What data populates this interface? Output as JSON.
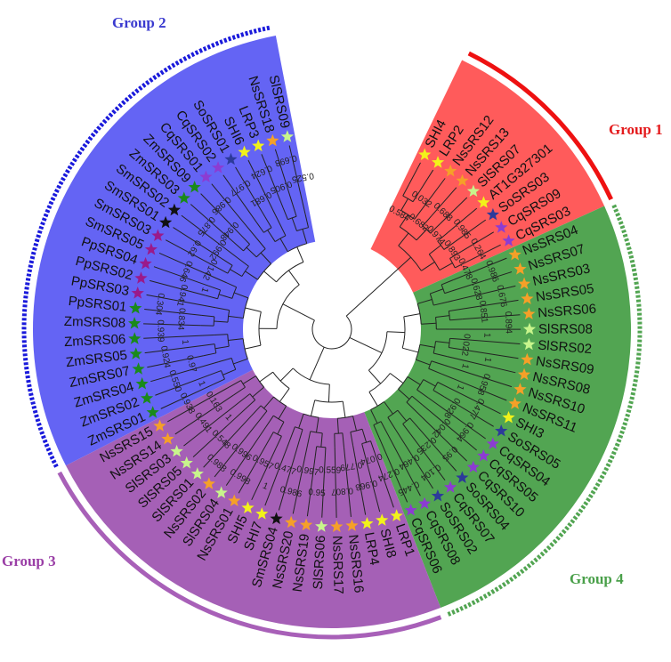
{
  "groups": [
    {
      "id": "g1",
      "label": "Group 1",
      "color": "#ff5b5b",
      "arc_color": "#ee1111",
      "arc_style": "solid",
      "title_color": "#e41a1c"
    },
    {
      "id": "g2",
      "label": "Group 2",
      "color": "#6464f4",
      "arc_color": "#1a1adb",
      "arc_style": "dashed",
      "title_color": "#3a3acf"
    },
    {
      "id": "g3",
      "label": "Group 3",
      "color": "#a560b6",
      "arc_color": "#a860b8",
      "arc_style": "solid",
      "title_color": "#9a3ea6"
    },
    {
      "id": "g4",
      "label": "Group 4",
      "color": "#52a552",
      "arc_color": "#52a552",
      "arc_style": "dashed",
      "title_color": "#4aa04a"
    }
  ],
  "species_colors": {
    "yellow": "#f2f21a",
    "orange": "#f5a028",
    "lightgreen": "#c8f58c",
    "navy": "#2c3a9a",
    "purple": "#8c3cd2",
    "darkgreen": "#1a8a1a",
    "magenta": "#9a1a8a",
    "black": "#111111"
  },
  "leaves": [
    {
      "label": "SHI4",
      "group": "g1",
      "star": "yellow"
    },
    {
      "label": "LRP2",
      "group": "g1",
      "star": "yellow"
    },
    {
      "label": "NsSRS12",
      "group": "g1",
      "star": "orange"
    },
    {
      "label": "NsSRS13",
      "group": "g1",
      "star": "orange"
    },
    {
      "label": "SlSRS07",
      "group": "g1",
      "star": "lightgreen"
    },
    {
      "label": "AT1G327301",
      "group": "g1",
      "star": "yellow"
    },
    {
      "label": "SoSRS03",
      "group": "g1",
      "star": "navy"
    },
    {
      "label": "CqSRS09",
      "group": "g1",
      "star": "purple"
    },
    {
      "label": "CqSRS03",
      "group": "g1",
      "star": "purple"
    },
    {
      "label": "NsSRS04",
      "group": "g4",
      "star": "orange"
    },
    {
      "label": "NsSRS07",
      "group": "g4",
      "star": "orange"
    },
    {
      "label": "NsSRS03",
      "group": "g4",
      "star": "orange"
    },
    {
      "label": "NsSRS05",
      "group": "g4",
      "star": "orange"
    },
    {
      "label": "NsSRS06",
      "group": "g4",
      "star": "orange"
    },
    {
      "label": "SlSRS08",
      "group": "g4",
      "star": "lightgreen"
    },
    {
      "label": "SlSRS02",
      "group": "g4",
      "star": "lightgreen"
    },
    {
      "label": "NsSRS09",
      "group": "g4",
      "star": "orange"
    },
    {
      "label": "NsSRS08",
      "group": "g4",
      "star": "orange"
    },
    {
      "label": "NsSRS10",
      "group": "g4",
      "star": "orange"
    },
    {
      "label": "NsSRS11",
      "group": "g4",
      "star": "orange"
    },
    {
      "label": "SHI3",
      "group": "g4",
      "star": "yellow"
    },
    {
      "label": "SoSRS05",
      "group": "g4",
      "star": "navy"
    },
    {
      "label": "CqSRS04",
      "group": "g4",
      "star": "purple"
    },
    {
      "label": "CqSRS05",
      "group": "g4",
      "star": "purple"
    },
    {
      "label": "CqSRS10",
      "group": "g4",
      "star": "purple"
    },
    {
      "label": "SoSRS04",
      "group": "g4",
      "star": "navy"
    },
    {
      "label": "CqSRS07",
      "group": "g4",
      "star": "purple"
    },
    {
      "label": "SoSRS02",
      "group": "g4",
      "star": "navy"
    },
    {
      "label": "CqSRS08",
      "group": "g4",
      "star": "purple"
    },
    {
      "label": "CqSRS06",
      "group": "g4",
      "star": "purple"
    },
    {
      "label": "LRP1",
      "group": "g3",
      "star": "yellow"
    },
    {
      "label": "SHI8",
      "group": "g3",
      "star": "yellow"
    },
    {
      "label": "LRP4",
      "group": "g3",
      "star": "yellow"
    },
    {
      "label": "NsSRS16",
      "group": "g3",
      "star": "orange"
    },
    {
      "label": "NsSRS17",
      "group": "g3",
      "star": "orange"
    },
    {
      "label": "SlSRS06",
      "group": "g3",
      "star": "lightgreen"
    },
    {
      "label": "NsSRS19",
      "group": "g3",
      "star": "orange"
    },
    {
      "label": "NsSRS20",
      "group": "g3",
      "star": "orange"
    },
    {
      "label": "SmSRS04",
      "group": "g3",
      "star": "black"
    },
    {
      "label": "SHI7",
      "group": "g3",
      "star": "yellow"
    },
    {
      "label": "SHI5",
      "group": "g3",
      "star": "yellow"
    },
    {
      "label": "NsSRS01",
      "group": "g3",
      "star": "orange"
    },
    {
      "label": "SlSRS04",
      "group": "g3",
      "star": "lightgreen"
    },
    {
      "label": "NsSRS02",
      "group": "g3",
      "star": "orange"
    },
    {
      "label": "SlSRS01",
      "group": "g3",
      "star": "lightgreen"
    },
    {
      "label": "SlSRS05",
      "group": "g3",
      "star": "lightgreen"
    },
    {
      "label": "SlSRS03",
      "group": "g3",
      "star": "lightgreen"
    },
    {
      "label": "NsSRS14",
      "group": "g3",
      "star": "orange"
    },
    {
      "label": "NsSRS15",
      "group": "g3",
      "star": "orange"
    },
    {
      "label": "ZmSRS01",
      "group": "g2",
      "star": "darkgreen"
    },
    {
      "label": "ZmSRS02",
      "group": "g2",
      "star": "darkgreen"
    },
    {
      "label": "ZmSRS04",
      "group": "g2",
      "star": "darkgreen"
    },
    {
      "label": "ZmSRS07",
      "group": "g2",
      "star": "darkgreen"
    },
    {
      "label": "ZmSRS05",
      "group": "g2",
      "star": "darkgreen"
    },
    {
      "label": "ZmSRS06",
      "group": "g2",
      "star": "darkgreen"
    },
    {
      "label": "ZmSRS08",
      "group": "g2",
      "star": "darkgreen"
    },
    {
      "label": "PpSRS01",
      "group": "g2",
      "star": "darkgreen"
    },
    {
      "label": "PpSRS03",
      "group": "g2",
      "star": "magenta"
    },
    {
      "label": "PpSRS02",
      "group": "g2",
      "star": "magenta"
    },
    {
      "label": "PpSRS04",
      "group": "g2",
      "star": "magenta"
    },
    {
      "label": "SmSRS05",
      "group": "g2",
      "star": "magenta"
    },
    {
      "label": "SmSRS03",
      "group": "g2",
      "star": "magenta"
    },
    {
      "label": "SmSRS01",
      "group": "g2",
      "star": "black"
    },
    {
      "label": "SmSRS02",
      "group": "g2",
      "star": "black"
    },
    {
      "label": "ZmSRS03",
      "group": "g2",
      "star": "darkgreen"
    },
    {
      "label": "ZmSRS09",
      "group": "g2",
      "star": "darkgreen"
    },
    {
      "label": "CqSRS01",
      "group": "g2",
      "star": "purple"
    },
    {
      "label": "CqSRS02",
      "group": "g2",
      "star": "purple"
    },
    {
      "label": "SoSRS01",
      "group": "g2",
      "star": "navy"
    },
    {
      "label": "SHI6",
      "group": "g2",
      "star": "yellow"
    },
    {
      "label": "LRP3",
      "group": "g2",
      "star": "yellow"
    },
    {
      "label": "NsSRS18",
      "group": "g2",
      "star": "orange"
    },
    {
      "label": "SlSRS09",
      "group": "g2",
      "star": "lightgreen"
    }
  ],
  "bootstrap_labels": [
    "0.584",
    "0.264",
    "1",
    "0.928",
    "0.445",
    "0.95",
    "0.996",
    "1",
    "0.304",
    "0.875",
    "0.905",
    "0.974",
    "0.676",
    "0.958",
    "0.235",
    "0.779",
    "1",
    "0.491",
    "1",
    "0.142",
    "0.977",
    "0.032",
    "0.478",
    "0.022",
    "0.964",
    "0.274",
    "0.997",
    "0.988",
    "0.550",
    "0.941",
    "0.948",
    "0.698",
    "0.985",
    "0.851",
    "1",
    "0.104",
    "0.807",
    "0.957",
    "0.163",
    "0.939",
    "0.62",
    "0.681",
    "0.682",
    "0.986",
    "1",
    "0.042",
    "0.074",
    "0.986",
    "0.548",
    "0.97",
    "1",
    "0.986",
    "0.525",
    "0.893",
    "0.894",
    "0.477",
    "0.464",
    "0.559",
    "0.998",
    "0.938",
    "0.834",
    "0.992",
    "0.624",
    "0.688",
    "0.628",
    "1",
    "0.95",
    "0.968",
    "0.477",
    "1",
    "0.924",
    "0.646"
  ]
}
